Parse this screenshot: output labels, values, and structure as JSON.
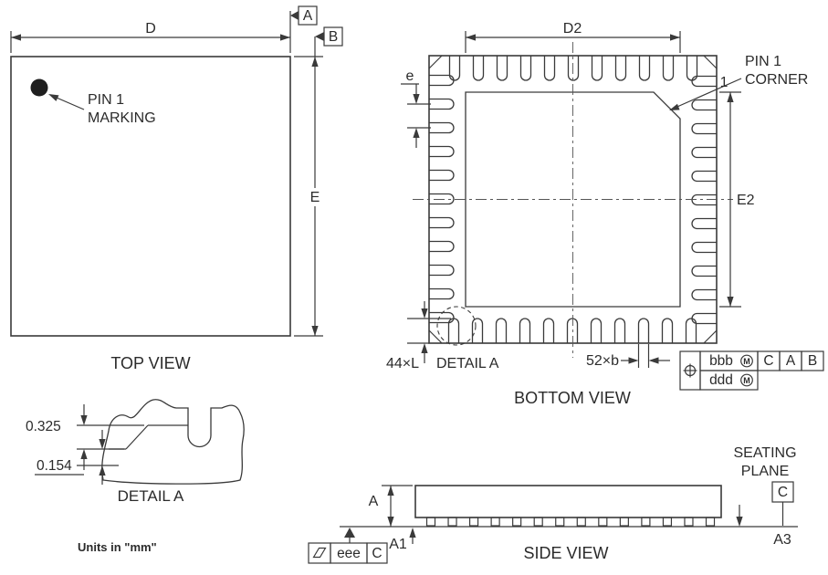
{
  "top_view": {
    "title": "TOP VIEW",
    "dim_d": "D",
    "dim_e": "E",
    "pin1_label_line1": "PIN 1",
    "pin1_label_line2": "MARKING",
    "datum_a": "A",
    "datum_b": "B"
  },
  "bottom_view": {
    "title": "BOTTOM VIEW",
    "dim_d2": "D2",
    "dim_e2": "E2",
    "pitch_label": "e",
    "pin1_corner_line1": "PIN 1",
    "pin1_corner_line2": "CORNER",
    "pin_number": "1",
    "lead_length_label": "44×L",
    "lead_width_label": "52×b",
    "detail_callout": "DETAIL A",
    "fcf": {
      "symbol": "position",
      "row1_tolerance": "bbb",
      "row2_tolerance": "ddd",
      "modifier": "M",
      "datum_1": "C",
      "datum_2": "A",
      "datum_3": "B"
    }
  },
  "detail_a": {
    "title": "DETAIL A",
    "dim_upper": "0.325",
    "dim_lower": "0.154"
  },
  "side_view": {
    "title": "SIDE VIEW",
    "dim_a": "A",
    "dim_a1": "A1",
    "dim_a3": "A3",
    "seating_plane_line1": "SEATING",
    "seating_plane_line2": "PLANE",
    "datum_c": "C",
    "fcf": {
      "symbol": "flatness",
      "tolerance": "eee",
      "datum": "C"
    }
  },
  "units_note": "Units in \"mm\""
}
